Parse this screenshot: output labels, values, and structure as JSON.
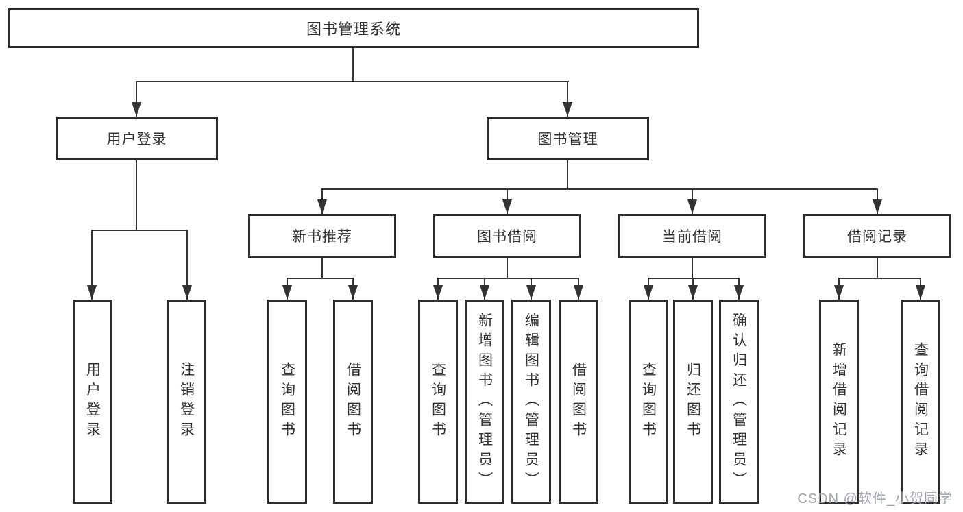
{
  "root": {
    "label": "图书管理系统"
  },
  "level2": [
    {
      "label": "用户登录"
    },
    {
      "label": "图书管理"
    }
  ],
  "level3": [
    {
      "label": "新书推荐"
    },
    {
      "label": "图书借阅"
    },
    {
      "label": "当前借阅"
    },
    {
      "label": "借阅记录"
    }
  ],
  "leaves": {
    "login": [
      "用户登录",
      "注销登录"
    ],
    "recommend": [
      "查询图书",
      "借阅图书"
    ],
    "borrow": [
      "查询图书",
      "新增图书（管理员）",
      "编辑图书（管理员）",
      "借阅图书"
    ],
    "current": [
      "查询图书",
      "归还图书",
      "确认归还（管理员）"
    ],
    "record": [
      "新增借阅记录",
      "查询借阅记录"
    ]
  },
  "watermark": "CSDN @软件_小贺同学",
  "colors": {
    "line": "#333333",
    "border": "#2d2d2d",
    "text": "#333333",
    "watermark": "#9aa0a6",
    "background": "#ffffff"
  }
}
